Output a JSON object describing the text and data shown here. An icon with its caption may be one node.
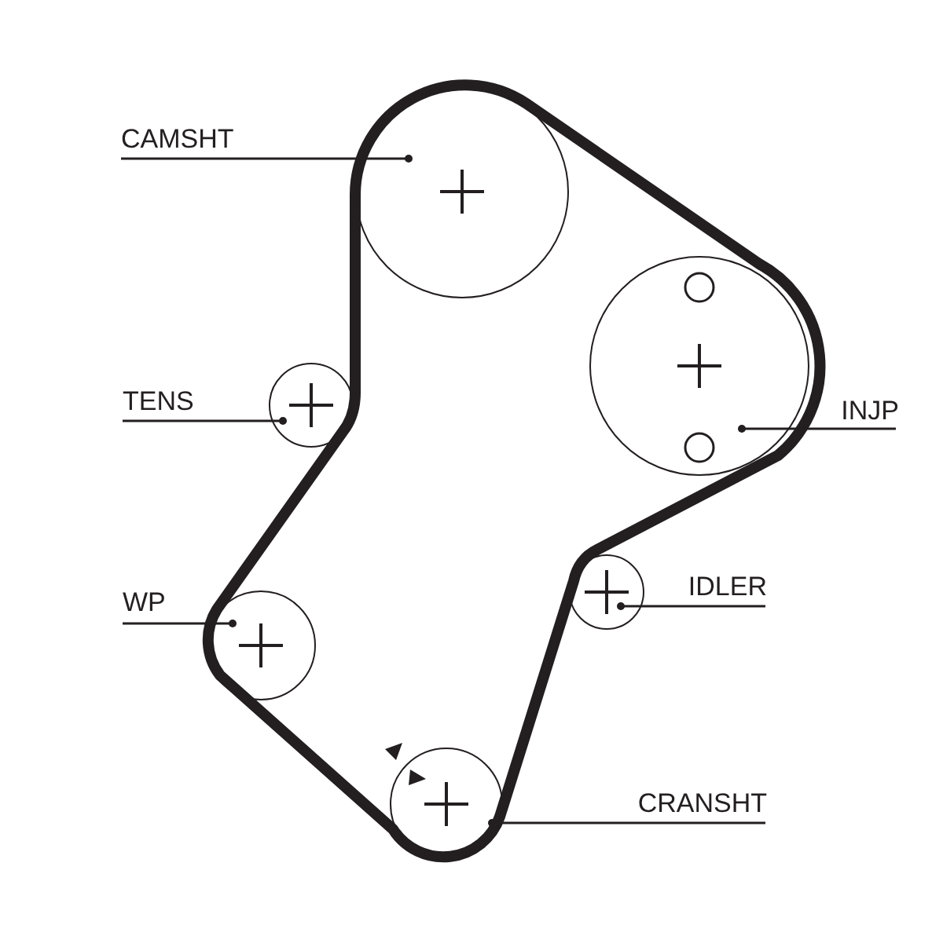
{
  "diagram": {
    "nodes": [
      {
        "text": [
          "CAMSHT"
        ]
      },
      {
        "text": [],
        "shape": "circle"
      },
      {
        "text": [
          "INJP"
        ]
      },
      {
        "text": [],
        "shape": "circle"
      },
      {
        "text": [
          "TENS"
        ]
      },
      {
        "text": [],
        "shape": "circle"
      },
      {
        "text": [
          "WP"
        ]
      },
      {
        "text": [],
        "shape": "circle"
      },
      {
        "text": [
          "IDLER"
        ]
      },
      {
        "text": [],
        "shape": "circle"
      },
      {
        "text": [
          "CRANSHT"
        ]
      },
      {
        "text": [],
        "shape": "circle"
      }
    ],
    "edges": [
      {
        "from": 0,
        "to": 1,
        "arrow": "other"
      },
      {
        "from": 2,
        "to": 3,
        "arrow": "other"
      },
      {
        "from": 4,
        "to": 5,
        "arrow": "other"
      },
      {
        "from": 6,
        "to": 7,
        "arrow": "other"
      },
      {
        "from": 8,
        "to": 9,
        "arrow": "other"
      },
      {
        "from": 10,
        "to": 11,
        "arrow": "other"
      }
    ]
  }
}
